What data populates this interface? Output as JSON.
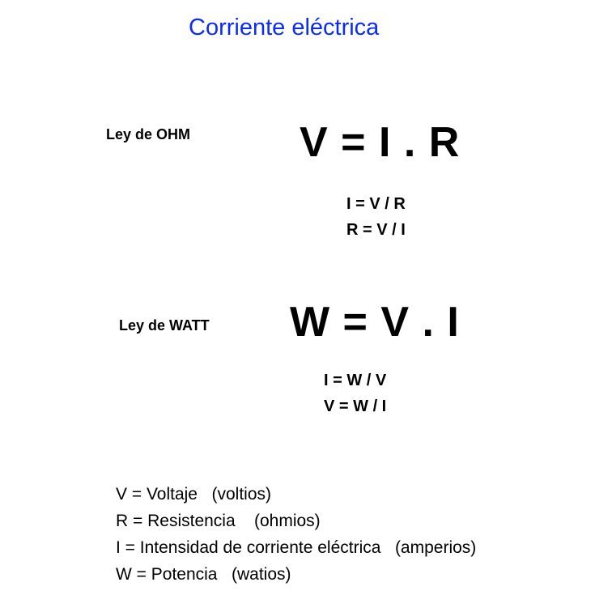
{
  "title": "Corriente eléctrica",
  "ohm": {
    "label": "Ley de OHM",
    "formula": "V = I . R",
    "derived": [
      "I = V / R",
      "R = V / I"
    ]
  },
  "watt": {
    "label": "Ley de WATT",
    "formula": "W = V . I",
    "derived": [
      "I = W / V",
      "V = W / I"
    ]
  },
  "legend": [
    "V = Voltaje   (voltios)",
    "R = Resistencia    (ohmios)",
    "I = Intensidad de corriente eléctrica   (amperios)",
    "W = Potencia   (watios)"
  ],
  "colors": {
    "title": "#0a2cf5"
  }
}
